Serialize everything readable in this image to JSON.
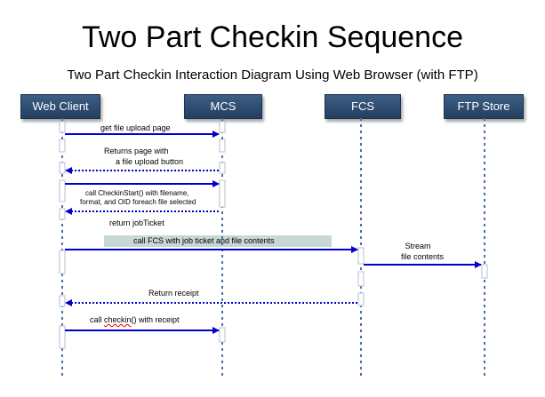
{
  "title": "Two Part Checkin Sequence",
  "subtitle": "Two Part Checkin Interaction Diagram Using Web Browser (with FTP)",
  "actors": [
    {
      "name": "Web Client"
    },
    {
      "name": "MCS"
    },
    {
      "name": "FCS"
    },
    {
      "name": "FTP Store"
    }
  ],
  "messages": {
    "m1": "get file upload page",
    "m2_line1": "Returns page with",
    "m2_line2": "a file upload button",
    "m3_line1": "call CheckinStart() with filename,",
    "m3_line2": "format, and OID foreach file selected",
    "m4": "return jobTicket",
    "m5": "call FCS with job  ticket and file contents",
    "m6_line1": "Stream",
    "m6_line2": "file contents",
    "m7": "Return receipt",
    "m8_prefix": "call ",
    "m8_word": "checkin",
    "m8_suffix": "() with receipt"
  },
  "colors": {
    "actor_fill": "#2f4f75",
    "message_arrow": "#0000cc",
    "lifeline": "#4a6fa5",
    "highlight": "#c8d8d4"
  }
}
